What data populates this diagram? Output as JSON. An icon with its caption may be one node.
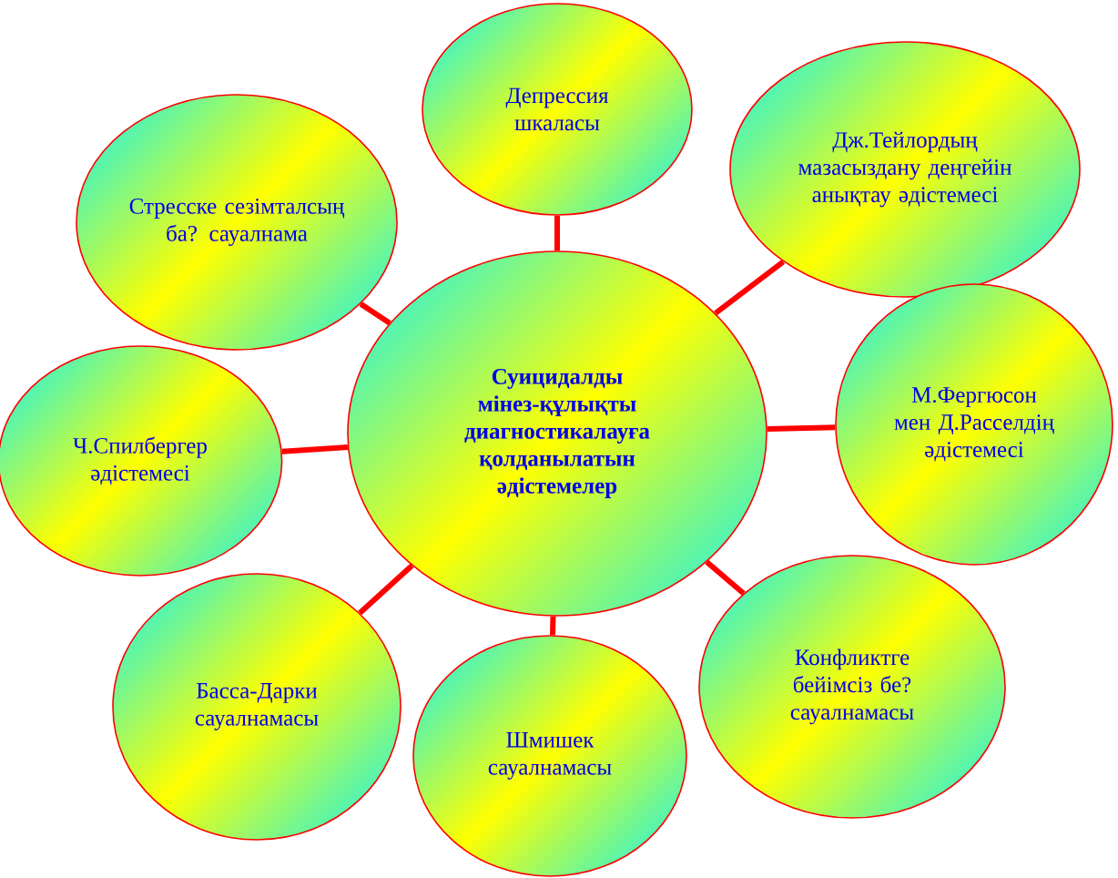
{
  "diagram": {
    "nodes": [
      {
        "text": [
          "Суицидалды мінез-құлықты диагностикалауға қолданылатын әдістемелер"
        ]
      },
      {
        "text": [
          "Депрессия шкаласы"
        ]
      },
      {
        "text": [
          "Дж.Тейлордың мазасыздану деңгейін анықтау әдістемесі"
        ]
      },
      {
        "text": [
          "М.Фергюсон мен Д.Расселдің әдістемесі"
        ]
      },
      {
        "text": [
          "Конфликтге бейімсіз бе? сауалнамасы"
        ]
      },
      {
        "text": [
          "Шмишек сауалнамасы"
        ]
      },
      {
        "text": [
          "Басса-Дарки сауалнамасы"
        ]
      },
      {
        "text": [
          "Ч.Спилбергер әдістемесі"
        ]
      },
      {
        "text": [
          "Стресске сезімталсың ба? сауалнама"
        ]
      }
    ],
    "edges": [
      {
        "from": 0,
        "to": 1,
        "arrow": "none"
      },
      {
        "from": 0,
        "to": 2,
        "arrow": "none"
      },
      {
        "from": 0,
        "to": 3,
        "arrow": "none"
      },
      {
        "from": 0,
        "to": 4,
        "arrow": "none"
      },
      {
        "from": 0,
        "to": 5,
        "arrow": "none"
      },
      {
        "from": 0,
        "to": 6,
        "arrow": "none"
      },
      {
        "from": 0,
        "to": 7,
        "arrow": "none"
      },
      {
        "from": 0,
        "to": 8,
        "arrow": "none"
      }
    ]
  }
}
